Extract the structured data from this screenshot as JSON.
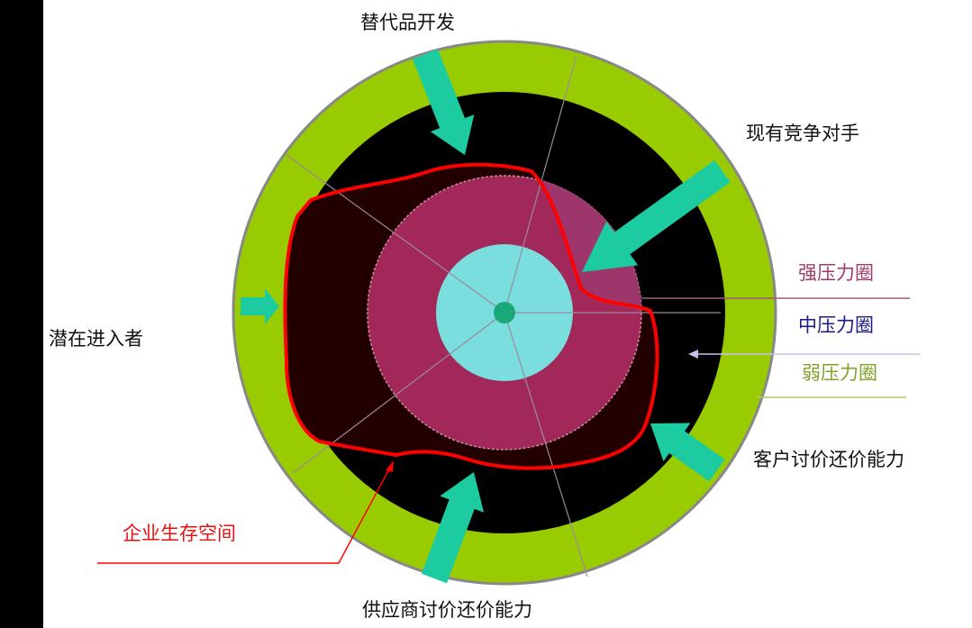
{
  "forces": {
    "substitutes": "替代品开发",
    "competitors": "现有竞争对手",
    "new_entrants": "潜在进入者",
    "buyers": "客户讨价还价能力",
    "suppliers": "供应商讨价还价能力"
  },
  "legend": {
    "strong": "强压力圈",
    "medium": "中压力圈",
    "weak": "弱压力圈"
  },
  "survival_space": "企业生存空间",
  "colors": {
    "green_ring": "#99cc00",
    "black_ring": "#000000",
    "pink": "#a3285a",
    "cyan": "#7adede",
    "arrow": "#1ccba0",
    "red": "#ff0000",
    "strong_text": "#a03a6a",
    "medium_text": "#1a1a8a",
    "weak_text": "#7fa32a"
  }
}
